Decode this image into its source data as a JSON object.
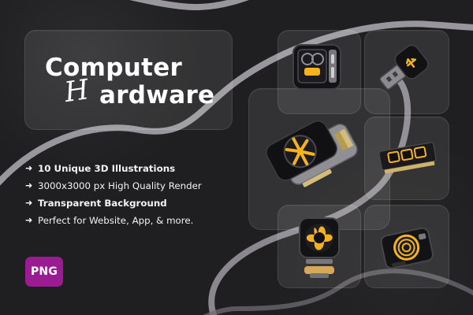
{
  "title": {
    "top": "Computer",
    "script_initial": "H",
    "bottom": "ardware"
  },
  "features": [
    {
      "arrow": "➜",
      "text": "10 Unique 3D Illustrations",
      "bold": true
    },
    {
      "arrow": "➜",
      "text": "3000x3000 px High Quality Render",
      "bold": false
    },
    {
      "arrow": "➜",
      "text": "Transparent Background",
      "bold": true
    },
    {
      "arrow": "➜",
      "text": "Perfect for Website, App, & more.",
      "bold": false
    }
  ],
  "badge": {
    "label": "PNG",
    "color": "#9b1c92"
  },
  "colors": {
    "background": "#1f1f21",
    "panel": "#2b2b2e",
    "cable": "#9a969d",
    "accent": "#f6b21d",
    "device_dark": "#131316",
    "device_metal": "#7a7a80"
  },
  "products": [
    {
      "name": "pc-case-icon"
    },
    {
      "name": "usb-drive-icon"
    },
    {
      "name": "graphics-card-icon"
    },
    {
      "name": "memory-module-icon"
    },
    {
      "name": "cpu-cooler-icon"
    },
    {
      "name": "power-supply-icon"
    }
  ]
}
